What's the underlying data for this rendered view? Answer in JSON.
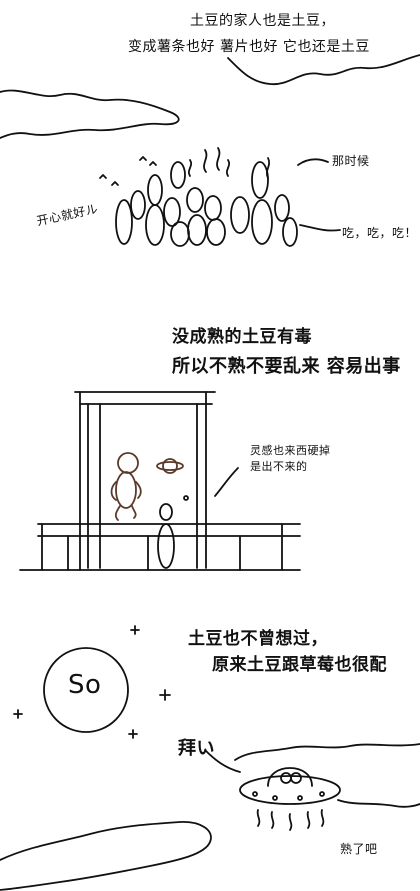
{
  "panel1": {
    "line1": "土豆的家人也是土豆，",
    "line2": "变成薯条也好 薯片也好 它也还是土豆",
    "left_label": "开心就好ル",
    "right_label": "那时候",
    "bottom_right": "吃，吃，吃！"
  },
  "panel2": {
    "line1": "没成熟的土豆有毒",
    "line2": "所以不熟不要乱来 容易出事",
    "note1": "灵感也来西硬掉",
    "note2": "是出不来的"
  },
  "panel3": {
    "line1": "土豆也不曾想过，",
    "line2": "原来土豆跟草莓也很配",
    "planet_label": "So",
    "left_label": "拜い",
    "bottom_label": "熟了吧"
  }
}
